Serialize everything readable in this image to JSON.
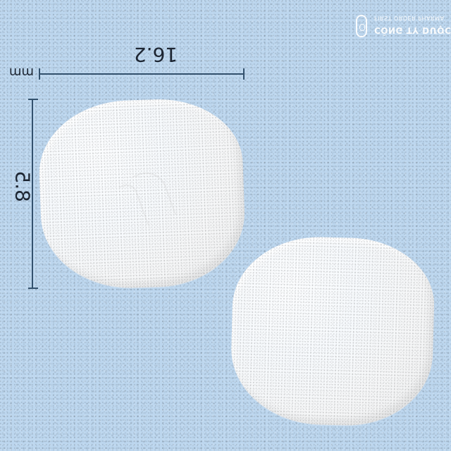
{
  "image": {
    "background_color": "#bcd6ee",
    "tablet_color": "#ffffff",
    "dimension_color": "#33516d"
  },
  "logo": {
    "line_1": "FIRST ORDER PHARMA",
    "line_2": "CÔNG TY DƯỢC",
    "icon": "pill-logo-icon"
  },
  "dimensions": {
    "width_value": "16.2",
    "height_value": "8.5",
    "unit": "mm"
  }
}
